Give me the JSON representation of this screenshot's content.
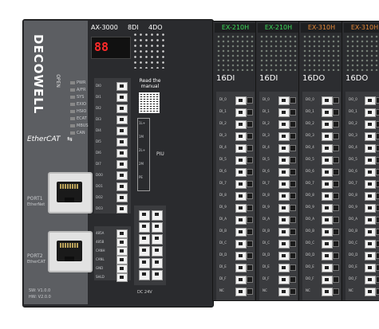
{
  "main": {
    "brand": "DECOWELL",
    "brand_sub": "OPEN",
    "model": "AX-3000",
    "digital_in": "8DI",
    "digital_out": "4DO",
    "display": "88",
    "status_leds": [
      "PWR",
      "A/FR",
      "SYS",
      "EXIO",
      "HSIO",
      "ECAT",
      "MBUS",
      "CAN"
    ],
    "ethercat_logo": "EtherCAT",
    "port1": "PORT1",
    "port1_sub": "EtherNet",
    "port2": "PORT2",
    "port2_sub": "EtherCAT",
    "sw": "SW: V1.0.0",
    "hw": "HW: V2.0.0",
    "read_manual": "Read the manual",
    "piu": "PIU",
    "power_labels": [
      "1L+",
      "1M",
      "2L+",
      "2M",
      "PE"
    ],
    "dc": "DC 24V",
    "di_labels": [
      "DI0",
      "DI1",
      "DI2",
      "DI3",
      "DI4",
      "DI5",
      "DI6",
      "DI7"
    ],
    "do_labels": [
      "DO0",
      "DO1",
      "DO2",
      "DO3"
    ],
    "bottom_labels": [
      "485A",
      "485B",
      "CANH",
      "CANL",
      "GND",
      "SHLD"
    ]
  },
  "modules": [
    {
      "name": "EX-210H",
      "type": "16DI",
      "color": "#3ddc5a",
      "rows": [
        "DI_0",
        "DI_1",
        "DI_2",
        "DI_3",
        "DI_4",
        "DI_5",
        "DI_6",
        "DI_7",
        "DI_8",
        "DI_9",
        "DI_A",
        "DI_B",
        "DI_C",
        "DI_D",
        "DI_E",
        "DI_F",
        "NC"
      ]
    },
    {
      "name": "EX-210H",
      "type": "16DI",
      "color": "#3ddc5a",
      "rows": [
        "DI_0",
        "DI_1",
        "DI_2",
        "DI_3",
        "DI_4",
        "DI_5",
        "DI_6",
        "DI_7",
        "DI_8",
        "DI_9",
        "DI_A",
        "DI_B",
        "DI_C",
        "DI_D",
        "DI_E",
        "DI_F",
        "NC"
      ]
    },
    {
      "name": "EX-310H",
      "type": "16DO",
      "color": "#e58a3a",
      "rows": [
        "DO_0",
        "DO_1",
        "DO_2",
        "DO_3",
        "DO_4",
        "DO_5",
        "DO_6",
        "DO_7",
        "DO_8",
        "DO_9",
        "DO_A",
        "DO_B",
        "DO_C",
        "DO_D",
        "DO_E",
        "DO_F",
        "NC"
      ]
    },
    {
      "name": "EX-310H",
      "type": "16DO",
      "color": "#e58a3a",
      "rows": [
        "DO_0",
        "DO_1",
        "DO_2",
        "DO_3",
        "DO_4",
        "DO_5",
        "DO_6",
        "DO_7",
        "DO_8",
        "DO_9",
        "DO_A",
        "DO_B",
        "DO_C",
        "DO_D",
        "DO_E",
        "DO_F",
        "NC"
      ]
    }
  ]
}
